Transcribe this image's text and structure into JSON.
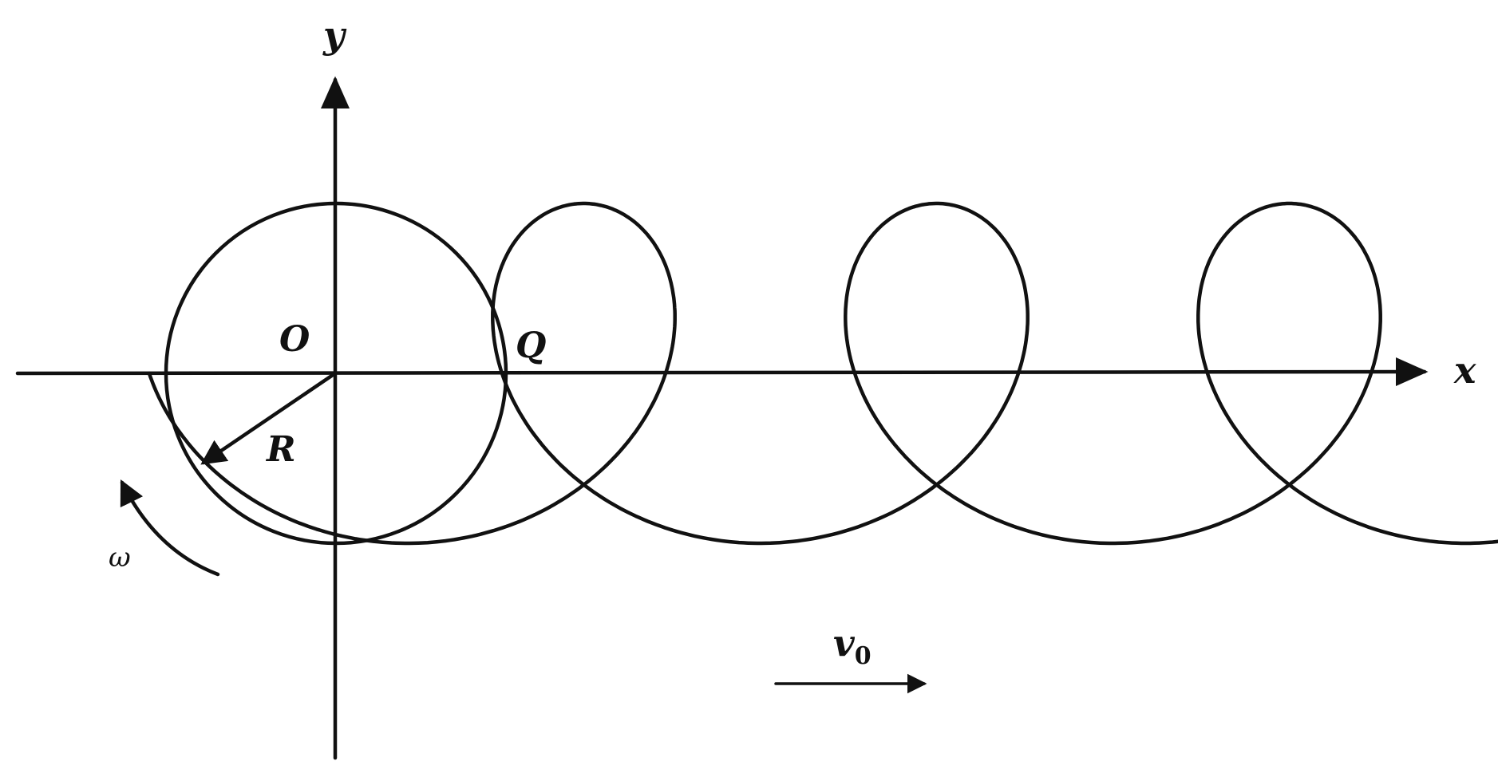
{
  "labels": {
    "y_axis": "y",
    "x_axis": "x",
    "origin": "O",
    "point": "Q",
    "radius": "R",
    "angular_velocity": "ω",
    "velocity_main": "v",
    "velocity_sub": "0"
  },
  "trochoid": {
    "loops": 3,
    "description_visible": false
  },
  "colors": {
    "line": "#111111",
    "background": "#ffffff"
  }
}
